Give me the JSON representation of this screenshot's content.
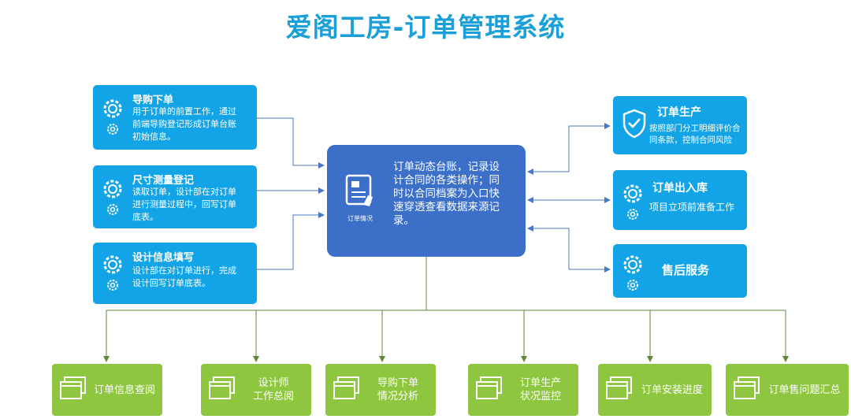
{
  "title": "爱阁工房-订单管理系统",
  "left_boxes": [
    {
      "title": "导购下单",
      "desc": [
        "用于订单的前置工作，通过",
        "前端导购登记形成订单台账",
        "初始信息。"
      ]
    },
    {
      "title": "尺寸测量登记",
      "desc": [
        "读取订单，设计部在对订单",
        "进行测量过程中，回写订单",
        "底表。"
      ]
    },
    {
      "title": "设计信息填写",
      "desc": [
        "设计部在对订单进行，完成",
        "设计回写订单底表。"
      ]
    }
  ],
  "center": {
    "lines": [
      "订单动态台账，记录设",
      "计合同的各类操作；同",
      "时以合同档案为入口快",
      "速穿透查看数据来源记",
      "录。"
    ],
    "icon_label": "订单情况"
  },
  "right_boxes": [
    {
      "title": "订单生产",
      "desc": [
        "按照部门分工明细评价合",
        "同条款，控制合同风险"
      ],
      "icon": "shield-icon"
    },
    {
      "title": "订单出入库",
      "desc": [
        "项目立项前准备工作"
      ],
      "icon": "gear-icon"
    },
    {
      "title": "售后服务",
      "desc": [],
      "icon": "gear-icon"
    }
  ],
  "bottom_boxes": [
    {
      "lines": [
        "订单信息查阅"
      ]
    },
    {
      "lines": [
        "设计师",
        "工作总阅"
      ]
    },
    {
      "lines": [
        "导购下单",
        "情况分析"
      ]
    },
    {
      "lines": [
        "订单生产",
        "状况监控"
      ]
    },
    {
      "lines": [
        "订单安装进度"
      ]
    },
    {
      "lines": [
        "订单售问题汇总"
      ]
    }
  ],
  "colors": {
    "title": "#1a9fd9",
    "blue_box": "#12a4e6",
    "center_box": "#3b6fc8",
    "green_box": "#8ec63f",
    "arrow_blue": "#4a78c2",
    "line_green": "#5f8a3a"
  }
}
